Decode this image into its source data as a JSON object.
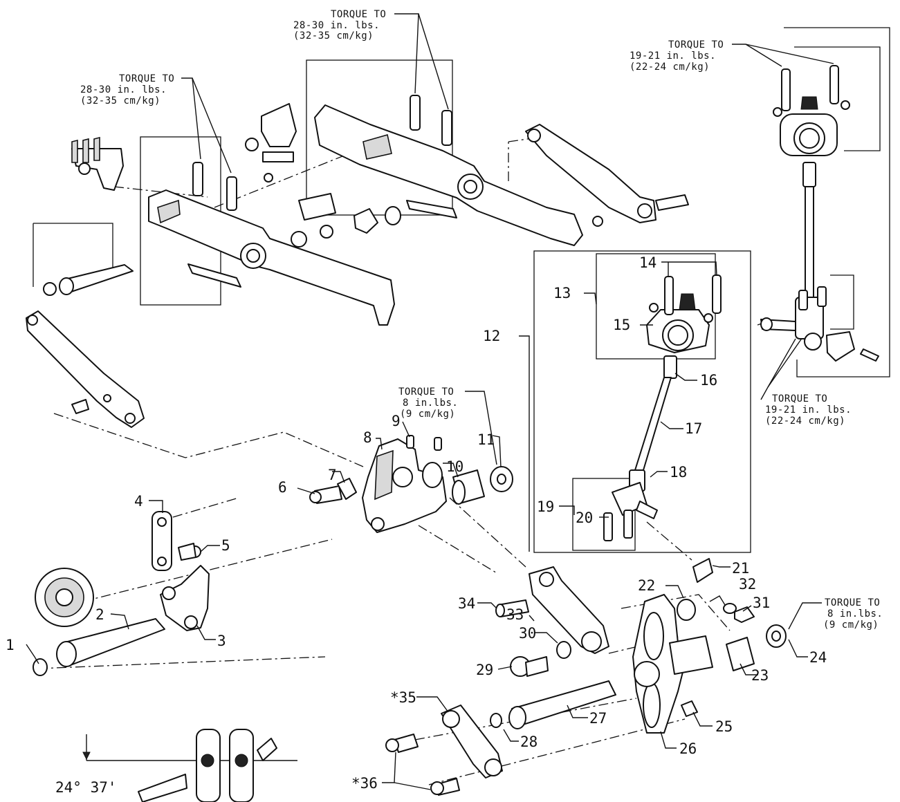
{
  "torque_notes": {
    "top_center": [
      "TORQUE TO",
      "28-30 in. lbs.",
      "(32-35 cm/kg)"
    ],
    "top_left": [
      "TORQUE TO",
      "28-30 in. lbs.",
      "(32-35 cm/kg)"
    ],
    "top_right": [
      "TORQUE TO",
      "19-21 in. lbs.",
      "(22-24 cm/kg)"
    ],
    "right_middle": [
      "TORQUE TO",
      "19-21 in. lbs.",
      "(22-24 cm/kg)"
    ],
    "center": [
      "TORQUE TO",
      "8 in.lbs.",
      "(9 cm/kg)"
    ],
    "bottom_right": [
      "TORQUE TO",
      "8 in.lbs.",
      "(9 cm/kg)"
    ]
  },
  "callouts": {
    "c1": "1",
    "c2": "2",
    "c3": "3",
    "c4": "4",
    "c5": "5",
    "c6": "6",
    "c7": "7",
    "c8": "8",
    "c9": "9",
    "c10": "10",
    "c11": "11",
    "c12": "12",
    "c13": "13",
    "c14": "14",
    "c15": "15",
    "c16": "16",
    "c17": "17",
    "c18": "18",
    "c19": "19",
    "c20": "20",
    "c21": "21",
    "c22": "22",
    "c23": "23",
    "c24": "24",
    "c25": "25",
    "c26": "26",
    "c27": "27",
    "c28": "28",
    "c29": "29",
    "c30": "30",
    "c31": "31",
    "c32": "32",
    "c33": "33",
    "c34": "34",
    "c35": "*35",
    "c36": "*36"
  },
  "angle_label": "24° 37'"
}
